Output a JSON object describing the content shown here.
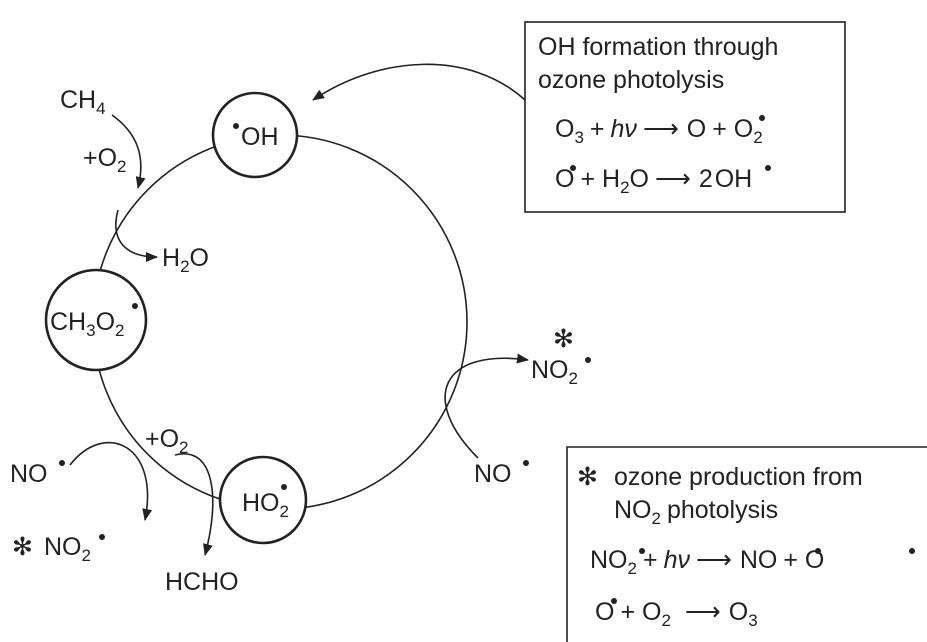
{
  "species": {
    "oh": "OH",
    "ch3o2": "CH",
    "ch3o2_sub3": "3",
    "ch3o2_o": "O",
    "ch3o2_sub2": "2",
    "ho2": "HO",
    "ho2_sub": "2"
  },
  "inputs": {
    "ch4": "CH",
    "ch4_sub": "4",
    "plus_o2_top": "+O",
    "plus_o2_top_sub": "2",
    "h2o": "H",
    "h2o_sub": "2",
    "h2o_o": "O",
    "plus_o2_bottom": "+O",
    "plus_o2_bottom_sub": "2",
    "no_left": "NO",
    "no2_left_star": "✻",
    "no2_left": "NO",
    "no2_left_sub": "2",
    "hcho": "HCHO",
    "no_right": "NO",
    "no2_right_star": "✻",
    "no2_right": "NO",
    "no2_right_sub": "2"
  },
  "box_oh": {
    "line1": "OH formation through",
    "line2": "ozone photolysis",
    "eq1_o": "O",
    "eq1_o_sub": "3",
    "eq1_plus": "+",
    "eq1_hv": "hν",
    "eq1_arrow": "⟶",
    "eq1_prod_o": "O",
    "eq1_prod_plus": "+ O",
    "eq1_prod_sub": "2",
    "eq2_o": "O",
    "eq2_plus": "+ H",
    "eq2_sub": "2",
    "eq2_o2": "O",
    "eq2_arrow": "⟶",
    "eq2_prod": "2",
    "eq2_prod_oh": "OH"
  },
  "box_ozone": {
    "star": "✻",
    "line1": "ozone production from",
    "line2": "NO",
    "line2_sub": "2",
    "line2_rest": "photolysis",
    "eq1_no": "NO",
    "eq1_sub": "2",
    "eq1_plus": "+",
    "eq1_hv": "hν",
    "eq1_arrow": "⟶",
    "eq1_prod": "NO",
    "eq1_prod_plus": "+ O",
    "eq2_o": "O",
    "eq2_plus": "+ O",
    "eq2_sub": "2",
    "eq2_arrow": "⟶",
    "eq2_prod": "O",
    "eq2_prod_sub": "3"
  }
}
